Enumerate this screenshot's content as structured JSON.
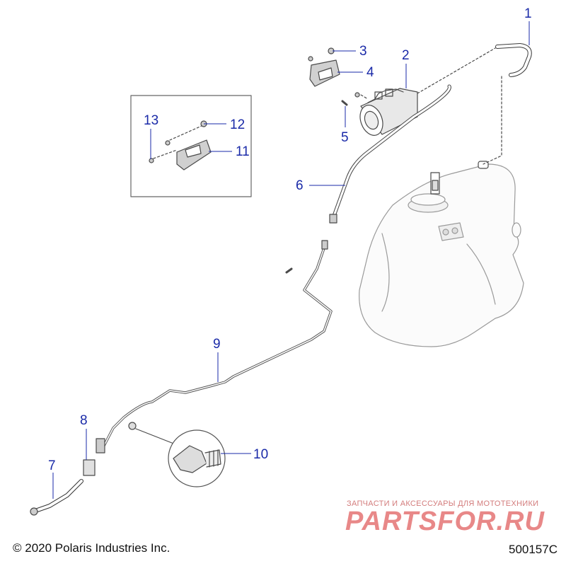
{
  "diagram": {
    "callouts": [
      "1",
      "2",
      "3",
      "4",
      "5",
      "6",
      "7",
      "8",
      "9",
      "10",
      "11",
      "12",
      "13"
    ]
  },
  "footer": {
    "copyright": "© 2020 Polaris Industries Inc.",
    "diagram_id": "500157C"
  },
  "watermark": {
    "tagline": "ЗАПЧАСТИ И АКСЕССУАРЫ ДЛЯ МОТОТЕХНИКИ",
    "logo": "PARTSFOR.RU"
  },
  "colors": {
    "callout": "#1a2aa8",
    "line": "#4a4a4a",
    "watermark": "#e36b6b"
  }
}
